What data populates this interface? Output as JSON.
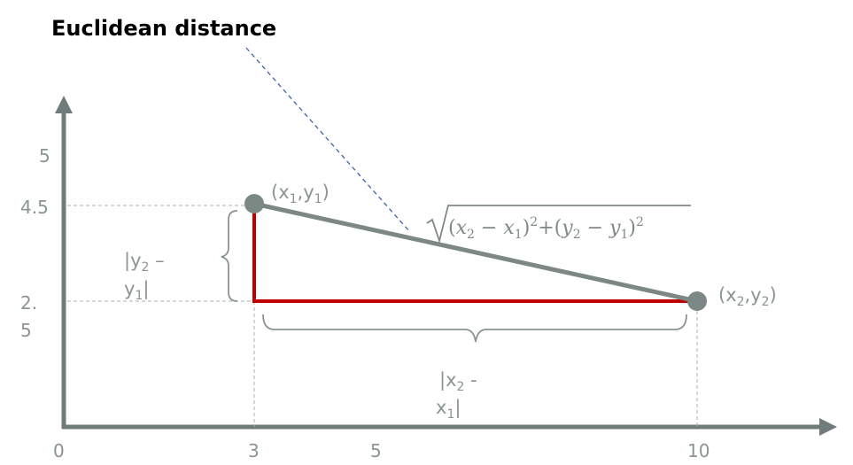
{
  "title": "Euclidean distance",
  "axis": {
    "x_ticks": [
      "0",
      "3",
      "5",
      "10"
    ],
    "y_ticks": [
      "5",
      "4.5",
      "2.",
      "5"
    ]
  },
  "points": {
    "p1": {
      "x": 3,
      "y": 4.5
    },
    "p2": {
      "x": 10,
      "y": 2.5
    }
  },
  "labels": {
    "p1_main_x": "(x",
    "p1_sub_1": "1",
    "p1_comma": ",y",
    "p1_sub_2": "1",
    "p1_close": ")",
    "p2_main_x": "(x",
    "p2_sub_1": "2",
    "p2_comma": ",y",
    "p2_sub_2": "2",
    "p2_close": ")",
    "dy_line1_a": "|y",
    "dy_line1_sub": "2",
    "dy_line1_b": " –",
    "dy_line2_a": "y",
    "dy_line2_sub": "1",
    "dy_line2_b": "|",
    "dx_line1_a": "|x",
    "dx_line1_sub": "2",
    "dx_line1_b": " -",
    "dx_line2_a": "x",
    "dx_line2_sub": "1",
    "dx_line2_b": "|"
  },
  "formula": {
    "open": "(",
    "x2": "x",
    "x2_sub": "2",
    "minus1": " − ",
    "x1": "x",
    "x1_sub": "1",
    "close1": ")",
    "sq1": "2",
    "plus": "+(",
    "y2": "y",
    "y2_sub": "2",
    "minus2": " − ",
    "y1": "y",
    "y1_sub": "1",
    "close2": ")",
    "sq2": "2"
  },
  "colors": {
    "axis": "#6f7c7a",
    "hypotenuse": "#7b8886",
    "legs": "#c00000",
    "guide": "#a9b3b1",
    "bracket": "#8a9593",
    "pointer": "#3f62a8",
    "point": "#7b8886"
  }
}
